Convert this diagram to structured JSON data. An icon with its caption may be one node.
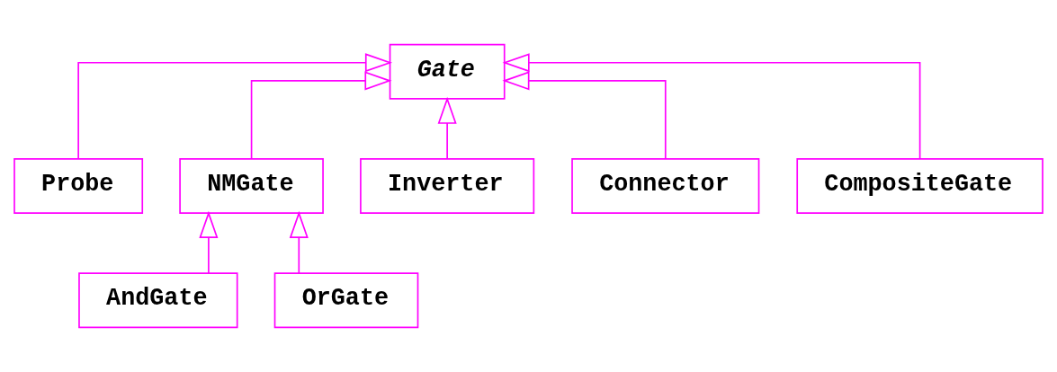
{
  "diagram": {
    "nodes": [
      {
        "text": [
          "Gate"
        ]
      },
      {
        "text": [
          "Probe"
        ]
      },
      {
        "text": [
          "NMGate"
        ]
      },
      {
        "text": [
          "Inverter"
        ]
      },
      {
        "text": [
          "Connector"
        ]
      },
      {
        "text": [
          "CompositeGate"
        ]
      },
      {
        "text": [
          "AndGate"
        ]
      },
      {
        "text": [
          "OrGate"
        ]
      }
    ],
    "edges": [
      {
        "from": 1,
        "to": 0,
        "arrow": "to"
      },
      {
        "from": 2,
        "to": 0,
        "arrow": "to"
      },
      {
        "from": 3,
        "to": 0,
        "arrow": "to"
      },
      {
        "from": 4,
        "to": 0,
        "arrow": "to"
      },
      {
        "from": 5,
        "to": 0,
        "arrow": "to"
      },
      {
        "from": 6,
        "to": 2,
        "arrow": "to"
      },
      {
        "from": 7,
        "to": 2,
        "arrow": "to"
      }
    ]
  }
}
